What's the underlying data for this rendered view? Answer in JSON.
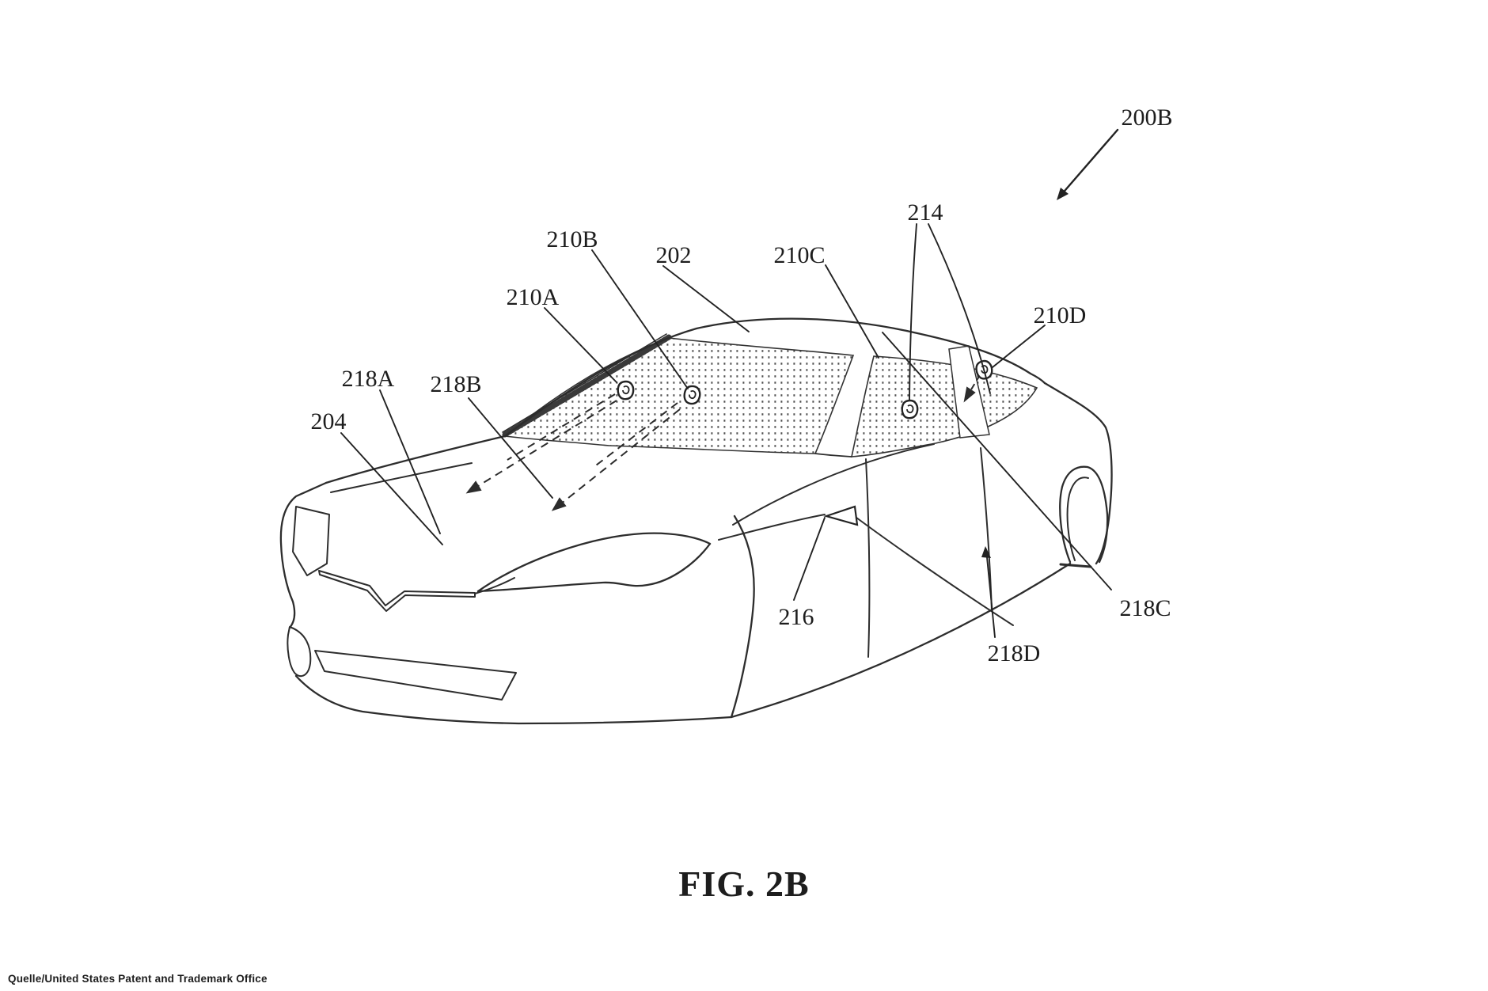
{
  "figure": {
    "caption": "FIG. 2B",
    "source_credit": "Quelle/United States Patent and Trademark Office"
  },
  "ref_labels": {
    "n200B": "200B",
    "n202": "202",
    "n204": "204",
    "n210A": "210A",
    "n210B": "210B",
    "n210C": "210C",
    "n210D": "210D",
    "n214": "214",
    "n216": "216",
    "n218A": "218A",
    "n218B": "218B",
    "n218C": "218C",
    "n218D": "218D"
  }
}
